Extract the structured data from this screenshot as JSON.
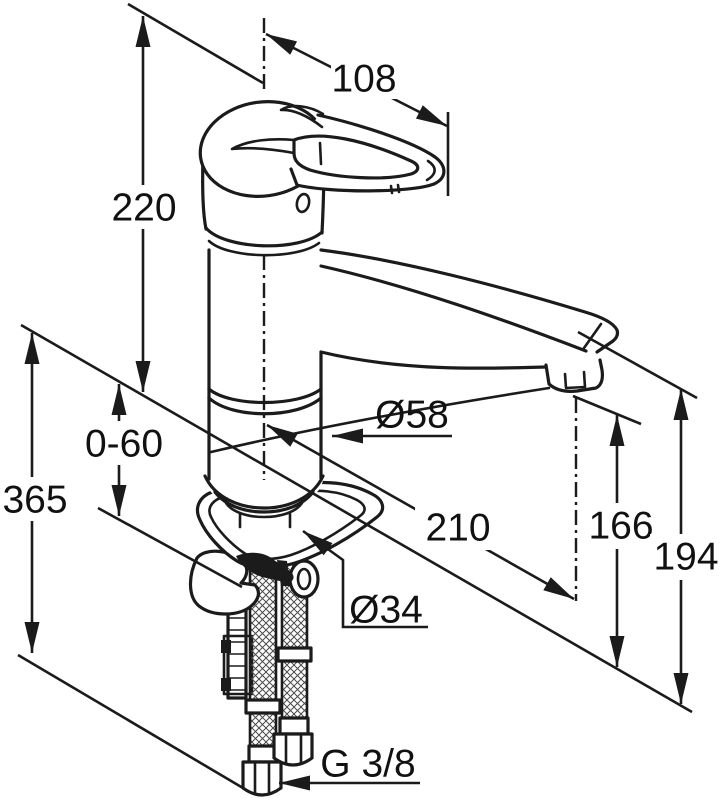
{
  "drawing": {
    "background": "#ffffff",
    "ink": "#1b1b1b",
    "subject": "Single-lever sink mixer tap - dimensional line drawing",
    "labels": {
      "handle_end_offset": "108",
      "height_above_deck": "220",
      "deck_thickness_range": "0-60",
      "below_deck_length": "365",
      "body_diameter": "Ø58",
      "spout_projection": "210",
      "outlet_height": "166",
      "spout_end_height": "194",
      "base_diameter": "Ø34",
      "hose_thread": "G 3/8"
    }
  }
}
